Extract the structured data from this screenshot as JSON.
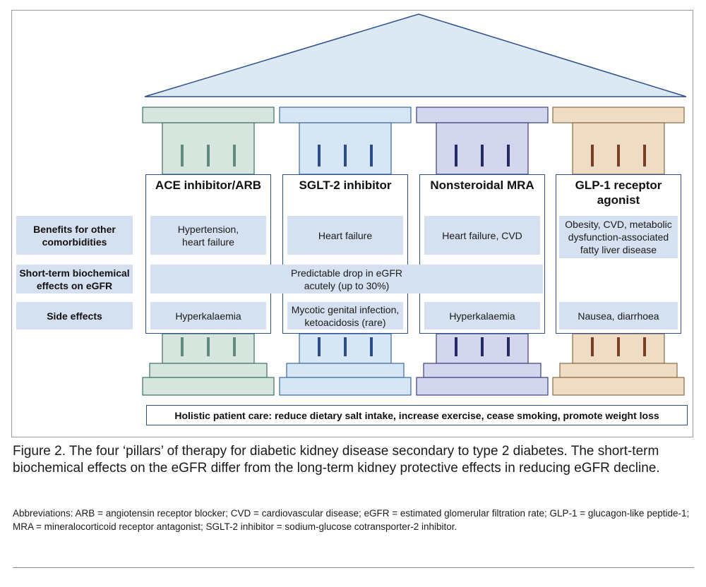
{
  "figure": {
    "pillars": [
      {
        "id": "ace",
        "title": "ACE inhibitor/ARB",
        "benefits": "Hypertension, heart failure",
        "side_effects": "Hyperkalaemia",
        "color": "#d6e6df",
        "stroke": "#3c6d63",
        "fluting": "#5f8a80"
      },
      {
        "id": "sglt2",
        "title": "SGLT-2 inhibitor",
        "benefits": "Heart failure",
        "side_effects": "Mycotic genital infection, ketoacidosis (rare)",
        "color": "#d6e6f5",
        "stroke": "#3a68a0",
        "fluting": "#2a4f86"
      },
      {
        "id": "mra",
        "title": "Nonsteroidal MRA",
        "benefits": "Heart failure, CVD",
        "side_effects": "Hyperkalaemia",
        "color": "#d3d6ec",
        "stroke": "#3a3f7d",
        "fluting": "#232a66"
      },
      {
        "id": "glp1",
        "title": "GLP-1 receptor agonist",
        "benefits": "Obesity, CVD, metabolic dysfunction-associated fatty liver disease",
        "side_effects": "Nausea, diarrhoea",
        "color": "#efdcc5",
        "stroke": "#8a6a43",
        "fluting": "#7a3e25"
      }
    ],
    "row_labels": {
      "benefits": "Benefits for other comorbidities",
      "short_term": "Short-term biochemical effects on eGFR",
      "side_effects": "Side effects"
    },
    "short_term_effect": "Predictable drop in eGFR acutely (up to 30%)",
    "foundation": "Holistic patient care: reduce dietary salt intake, increase exercise, cease smoking, promote weight loss",
    "roof_color": "#dde8f5",
    "roof_stroke": "#2a4f86"
  },
  "caption": {
    "label": "Figure 2.",
    "text": " The four ‘pillars’ of therapy for diabetic kidney disease secondary to type 2 diabetes. The short-term biochemical effects on the eGFR differ from the long-term kidney protective effects in reducing eGFR decline.",
    "abbreviations": "Abbreviations: ARB = angiotensin receptor blocker; CVD = cardiovascular disease; eGFR = estimated glomerular filtration rate; GLP-1 = glucagon-like peptide-1; MRA = mineralocorticoid receptor antagonist; SGLT-2 inhibitor = sodium-glucose cotransporter-2 inhibitor."
  }
}
